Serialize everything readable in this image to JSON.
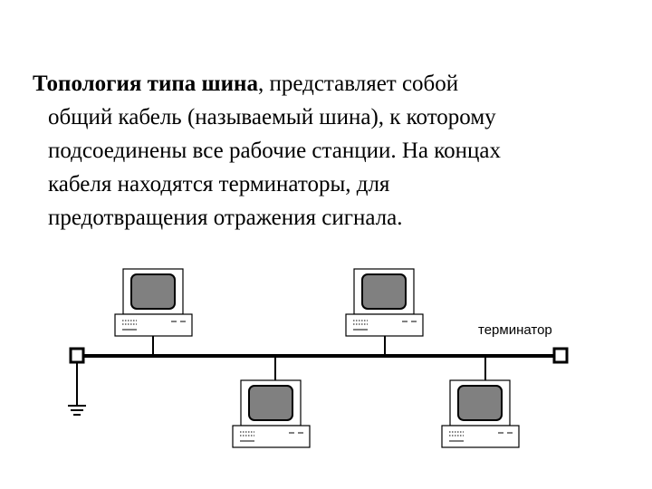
{
  "paragraph": {
    "bold_lead": "Топология типа шина",
    "line1_rest": ", представляет собой",
    "line2": "общий кабель (называемый шина), к которому",
    "line3": "подсоединены все рабочие станции. На концах",
    "line4": "кабеля находятся терминаторы, для",
    "line5": "предотвращения отражения сигнала."
  },
  "diagram": {
    "terminator_label": "терминатор",
    "workstations": [
      {
        "name": "workstation-top-left",
        "position": "above-bus"
      },
      {
        "name": "workstation-top-right",
        "position": "above-bus"
      },
      {
        "name": "workstation-bottom-left",
        "position": "below-bus"
      },
      {
        "name": "workstation-bottom-right",
        "position": "below-bus"
      }
    ],
    "colors": {
      "screen": "#808080",
      "line": "#000000",
      "background": "#ffffff"
    }
  }
}
